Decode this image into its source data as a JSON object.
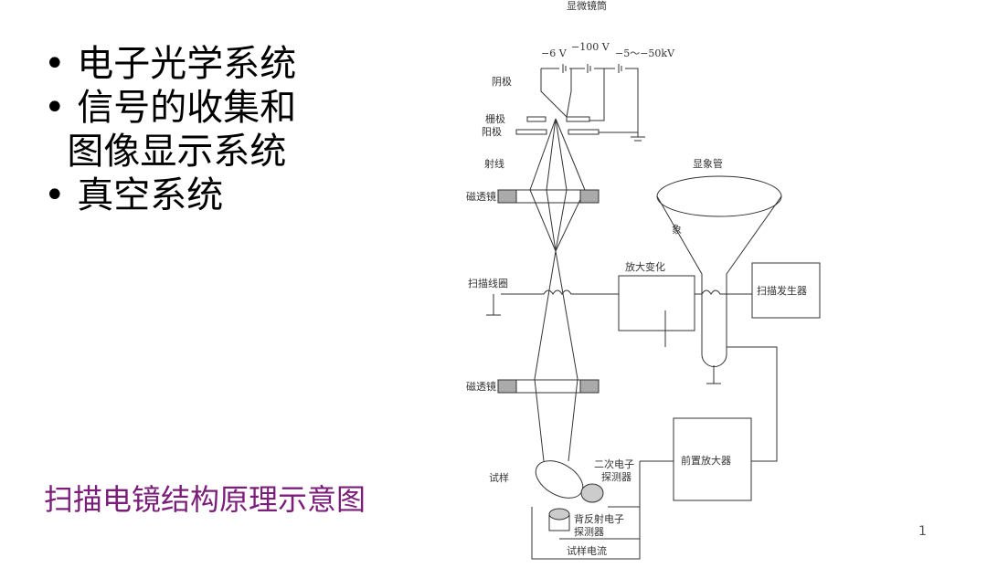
{
  "bullets": [
    "• 电子光学系统",
    "• 信号的收集和",
    "  图像显示系统",
    "• 真空系统"
  ],
  "caption": "扫描电镜结构原理示意图",
  "page_number": "1",
  "diagram": {
    "column": "显微镜筒",
    "v1": "−6 V",
    "v2": "−100 V",
    "v3": "−5～−50kV",
    "cathode": "阴极",
    "grid": "栅极",
    "anode": "阳极",
    "ray": "射线",
    "lens": "磁透镜",
    "scan_coil": "扫描线圈",
    "amp_change": "放大变化",
    "crt": "显象管",
    "image": "象",
    "scan_gen": "扫描发生器",
    "preamp": "前置放大器",
    "sample": "试样",
    "se_det1": "二次电子",
    "se_det2": "探测器",
    "bse_det1": "背反射电子",
    "bse_det2": "探测器",
    "sample_current": "试样电流"
  }
}
